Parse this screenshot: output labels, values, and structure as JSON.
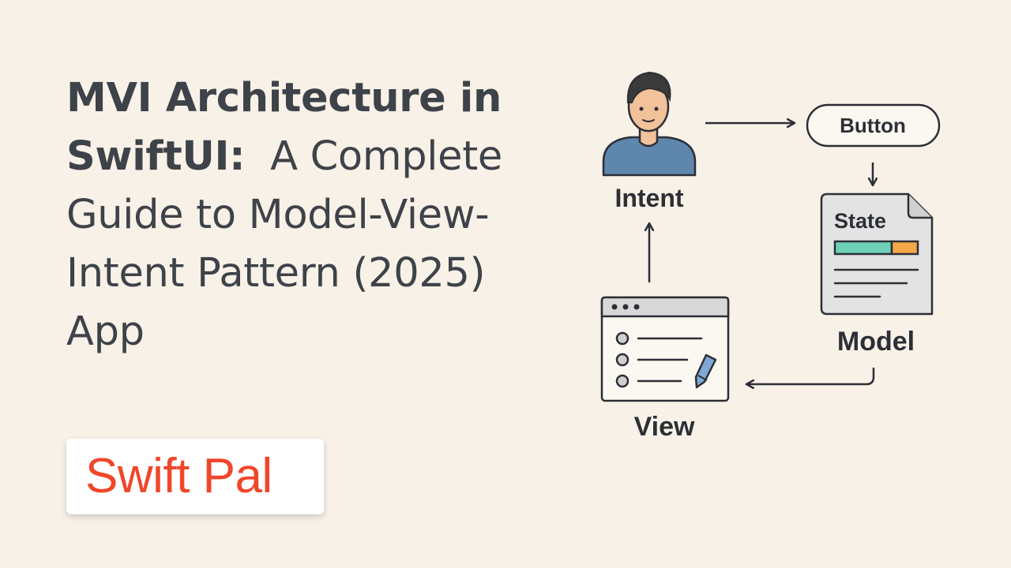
{
  "title": {
    "line1_bold": "MVI Architecture in",
    "line2_bold": "SwiftUI:",
    "line2_rest": "A Complete",
    "line3": "Guide to Model-View-",
    "line4": "Intent Pattern (2025)",
    "line5": "App"
  },
  "logo": {
    "part1": "Swift P",
    "part2": "al",
    "color": "#f0462a"
  },
  "diagram": {
    "intent_label": "Intent",
    "button_label": "Button",
    "state_label": "State",
    "model_label": "Model",
    "view_label": "View",
    "icons": [
      "person-icon",
      "document-icon",
      "app-window-icon",
      "pencil-icon"
    ],
    "colors": {
      "stroke": "#2c2f35",
      "shirt": "#5f86ad",
      "skin": "#f2c29a",
      "hair": "#3a3a3a",
      "state_bar_green": "#6fd0b8",
      "state_bar_orange": "#f5a84a",
      "pencil": "#7da8d6"
    }
  }
}
